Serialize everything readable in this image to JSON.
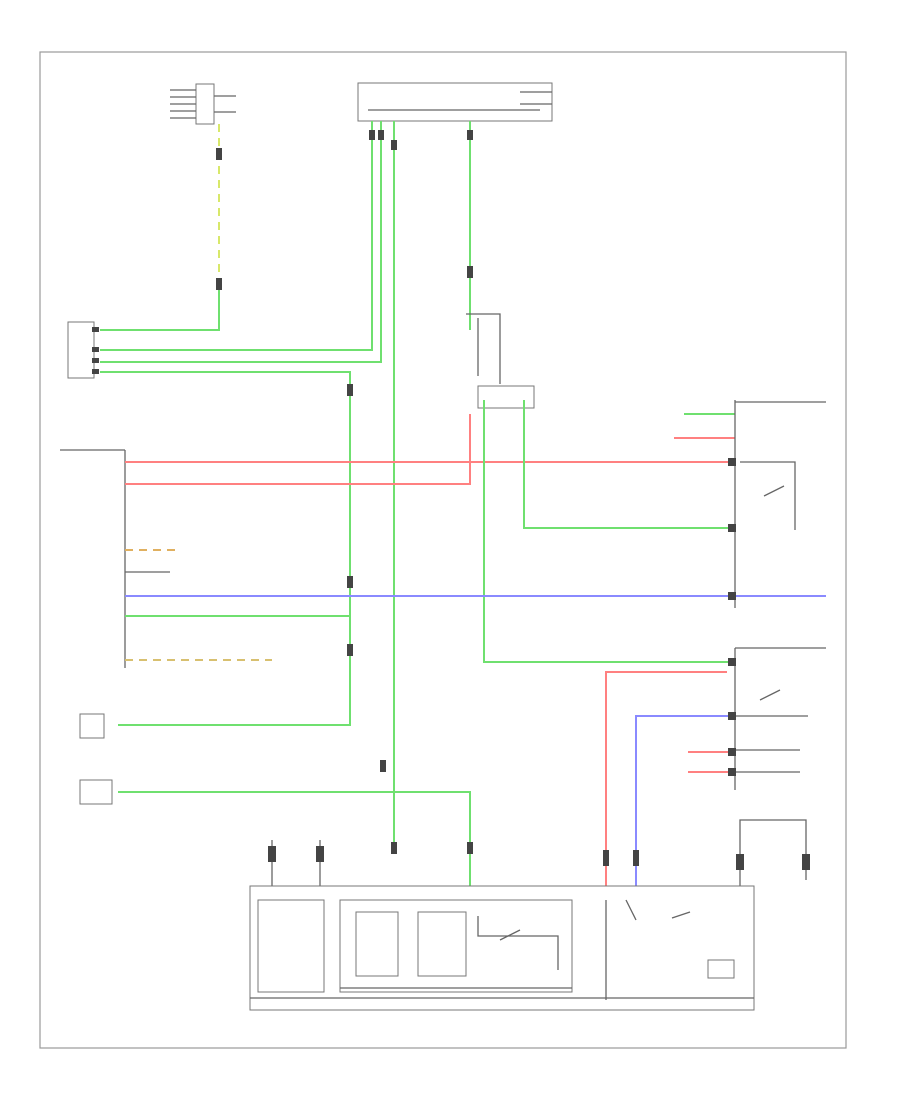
{
  "diagram": {
    "page_code": "",
    "legend_lines": []
  },
  "colors": {
    "green_wire": "#6fe06f",
    "red_wire": "#ff8080",
    "blue_wire": "#8a8aff",
    "yellow_wire": "#d8e86a",
    "frame": "#9a9a9a"
  },
  "wire_colors": [
    "green",
    "red",
    "blue",
    "yellow-green",
    "black"
  ]
}
